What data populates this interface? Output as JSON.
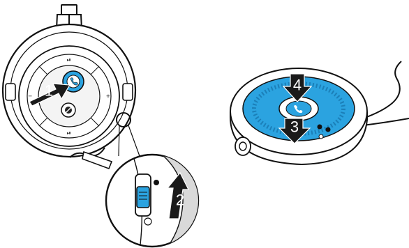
{
  "steps": [
    {
      "label": "1"
    },
    {
      "label": "2"
    },
    {
      "label": "3"
    },
    {
      "label": "4"
    }
  ],
  "headset_glyphs": {
    "top": "⏯",
    "bottom": "⏯",
    "right": "+",
    "left": "−"
  },
  "icons": {
    "call_button": "phone-icon",
    "mute_button": "mic-mute-icon",
    "speakerphone_button": "phone-icon",
    "power_switch": "power-slider-icon"
  },
  "colors": {
    "accent": "#2BA3E0",
    "accent_dark": "#1B7FB8",
    "outline": "#111111",
    "arrow": "#1a1a1a",
    "shade": "#d9d9d9"
  }
}
